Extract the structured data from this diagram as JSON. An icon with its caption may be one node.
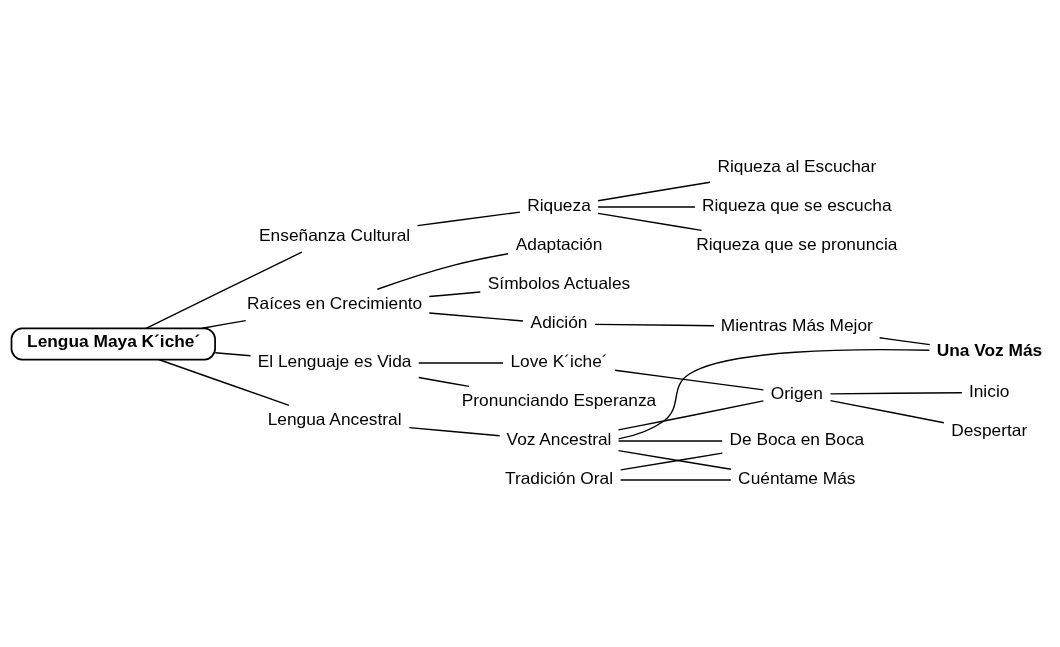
{
  "diagram": {
    "nodes": [
      {
        "text": [
          "Riqueza al Escuchar"
        ]
      },
      {
        "text": [
          "Riqueza que se escucha"
        ]
      },
      {
        "text": [
          "Riqueza que se pronuncia"
        ]
      },
      {
        "text": [
          "Riqueza"
        ]
      },
      {
        "text": [
          "Adaptación"
        ]
      },
      {
        "text": [
          "Enseñanza Cultural"
        ]
      },
      {
        "text": [
          "Símbolos Actuales"
        ]
      },
      {
        "text": [
          "Raíces en Crecimiento"
        ]
      },
      {
        "text": [
          "Lengua Maya K´iche´"
        ]
      },
      {
        "text": [
          "El Lenguaje es Vida"
        ]
      },
      {
        "text": [
          "Pronunciando Esperanza"
        ]
      },
      {
        "text": [
          "Love K´iche´"
        ]
      },
      {
        "text": [
          "Adición"
        ]
      },
      {
        "text": [
          "Lengua Ancestral"
        ]
      },
      {
        "text": [
          "Mientras Más Mejor"
        ]
      },
      {
        "text": [
          "Voz Ancestral"
        ]
      },
      {
        "text": [
          "Origen"
        ]
      },
      {
        "text": [
          "Una Voz Más"
        ]
      },
      {
        "text": [
          "Cuéntame Más"
        ]
      },
      {
        "text": [
          "De Boca en Boca"
        ]
      },
      {
        "text": [
          "Despertar"
        ]
      },
      {
        "text": [
          "Inicio"
        ]
      },
      {
        "text": [
          "Tradición Oral"
        ]
      }
    ],
    "edges": [
      {
        "from": 3,
        "to": 0,
        "arrow": "none"
      },
      {
        "from": 3,
        "to": 1,
        "arrow": "none"
      },
      {
        "from": 3,
        "to": 2,
        "arrow": "none"
      },
      {
        "from": 5,
        "to": 3,
        "arrow": "none"
      },
      {
        "from": 8,
        "to": 5,
        "arrow": "none"
      },
      {
        "from": 7,
        "to": 4,
        "arrow": "none"
      },
      {
        "from": 7,
        "to": 6,
        "arrow": "none"
      },
      {
        "from": 8,
        "to": 7,
        "arrow": "none"
      },
      {
        "from": 8,
        "to": 9,
        "arrow": "none"
      },
      {
        "from": 9,
        "to": 10,
        "arrow": "none"
      },
      {
        "from": 9,
        "to": 11,
        "arrow": "none"
      },
      {
        "from": 11,
        "to": 16,
        "arrow": "none"
      },
      {
        "from": 8,
        "to": 13,
        "arrow": "none"
      },
      {
        "from": 7,
        "to": 12,
        "arrow": "none"
      },
      {
        "from": 12,
        "to": 14,
        "arrow": "none"
      },
      {
        "from": 14,
        "to": 17,
        "arrow": "none"
      },
      {
        "from": 13,
        "to": 15,
        "arrow": "none"
      },
      {
        "from": 15,
        "to": 16,
        "arrow": "none"
      },
      {
        "from": 15,
        "to": 17,
        "arrow": "none"
      },
      {
        "from": 15,
        "to": 18,
        "arrow": "none"
      },
      {
        "from": 15,
        "to": 19,
        "arrow": "none"
      },
      {
        "from": 16,
        "to": 20,
        "arrow": "none"
      },
      {
        "from": 16,
        "to": 21,
        "arrow": "none"
      },
      {
        "from": 22,
        "to": 18,
        "arrow": "none"
      },
      {
        "from": 22,
        "to": 19,
        "arrow": "none"
      }
    ]
  }
}
